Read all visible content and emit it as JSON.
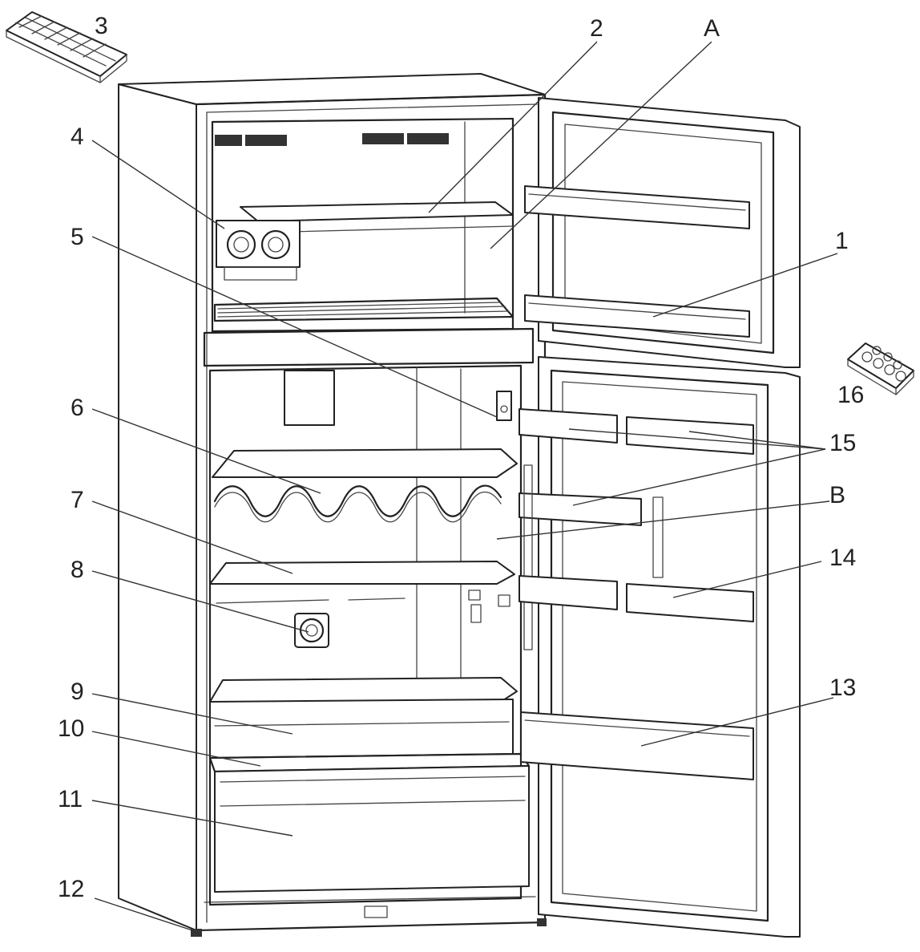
{
  "callouts": {
    "c1": "1",
    "c2": "2",
    "c3": "3",
    "c4": "4",
    "c5": "5",
    "c6": "6",
    "c7": "7",
    "c8": "8",
    "c9": "9",
    "c10": "10",
    "c11": "11",
    "c12": "12",
    "c13": "13",
    "c14": "14",
    "c15": "15",
    "c16": "16",
    "cA": "A",
    "cB": "B"
  },
  "colors": {
    "line": "#222222",
    "background": "#ffffff"
  }
}
